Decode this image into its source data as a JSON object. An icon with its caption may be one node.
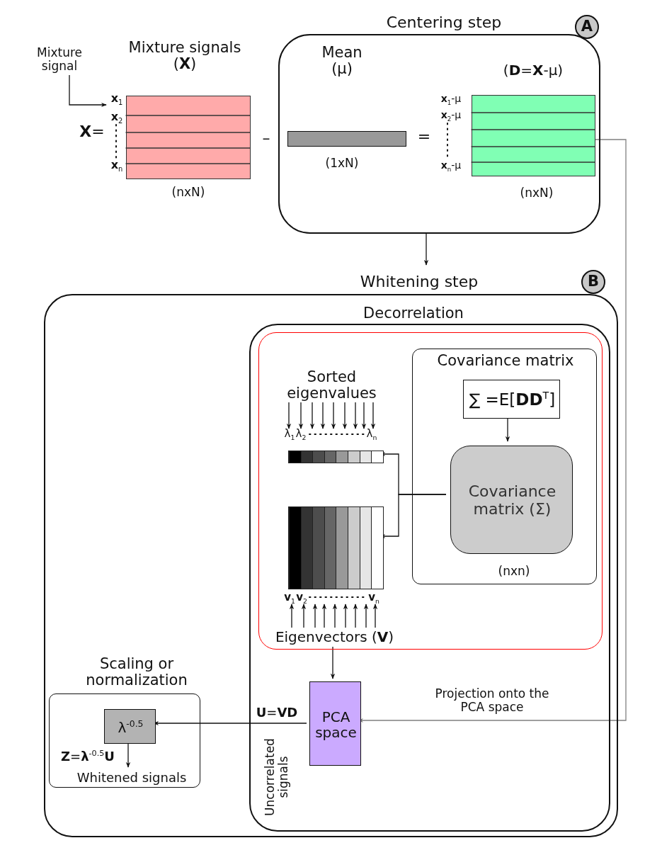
{
  "diagram": {
    "nodes": [
      {
        "text": [
          "Mixture signal"
        ]
      },
      {
        "text": [
          "Mixture signals (**X**)",
          "(nxN)"
        ]
      },
      {
        "text": [
          "Centering step"
        ]
      },
      {
        "text": [
          "Mean (μ)",
          "(1xN)"
        ],
        "in": 2
      },
      {
        "text": [
          "(**D**=**X**-μ)",
          "(nxN)"
        ],
        "in": 2
      },
      {
        "text": [
          "Whitening step"
        ]
      },
      {
        "text": [
          "Decorrelation"
        ],
        "in": 5
      },
      {
        "text": [],
        "shape": "box",
        "in": 6
      },
      {
        "text": [
          "Covariance matrix",
          "(nxn)"
        ],
        "in": 7
      },
      {
        "text": [
          "∑ =E[**DD**$^{T}$]"
        ],
        "in": 8
      },
      {
        "text": [
          "Covariance matrix (Σ)"
        ],
        "in": 8
      },
      {
        "text": [
          "Sorted eigenvalues"
        ],
        "in": 7
      },
      {
        "text": [],
        "shape": "box",
        "in": 7
      },
      {
        "text": [
          "PCA space"
        ],
        "in": 6
      },
      {
        "text": [
          "Scaling or normalization"
        ],
        "in": 5
      },
      {
        "text": [
          "λ$^{-0.5}$"
        ],
        "in": 14
      },
      {
        "text": [
          "Whitened signals"
        ],
        "in": 14
      }
    ],
    "edges": [
      {
        "from": 0,
        "to": 1,
        "arrow": "to"
      },
      {
        "from": 2,
        "to": 5,
        "arrow": "to"
      },
      {
        "from": 9,
        "to": 10,
        "arrow": "to"
      },
      {
        "from": 10,
        "to": 11,
        "arrow": "to"
      },
      {
        "from": 10,
        "to": 12,
        "arrow": "to"
      },
      {
        "from": 7,
        "to": 13,
        "arrow": "to"
      },
      {
        "from": 4,
        "to": 13,
        "arrow": "to",
        "label": "Projection onto the PCA space",
        "color": "#808080"
      },
      {
        "from": 13,
        "to": 15,
        "arrow": "to",
        "label": "**U**=**VD**"
      },
      {
        "from": 15,
        "to": 16,
        "arrow": "to"
      }
    ],
    "labels": [
      "A",
      "**X**=",
      "**x**$_{1}$",
      "**x**$_{2}$",
      "**x**$_{n}$",
      "–",
      "=",
      "**x**$_{1}$-μ",
      "**x**$_{2}$-μ",
      "**x**$_{n}$-μ",
      "B",
      "λ$_{1}$",
      "λ$_{2}$",
      "λ$_{n}$",
      "**v**$_{1}$",
      "**v**$_{2}$",
      "**v**$_{n}$",
      "Eigenvectors (**V**)",
      "**Z**=**λ**$^{-0.5}$**U**",
      "Uncorrelated signals"
    ]
  }
}
